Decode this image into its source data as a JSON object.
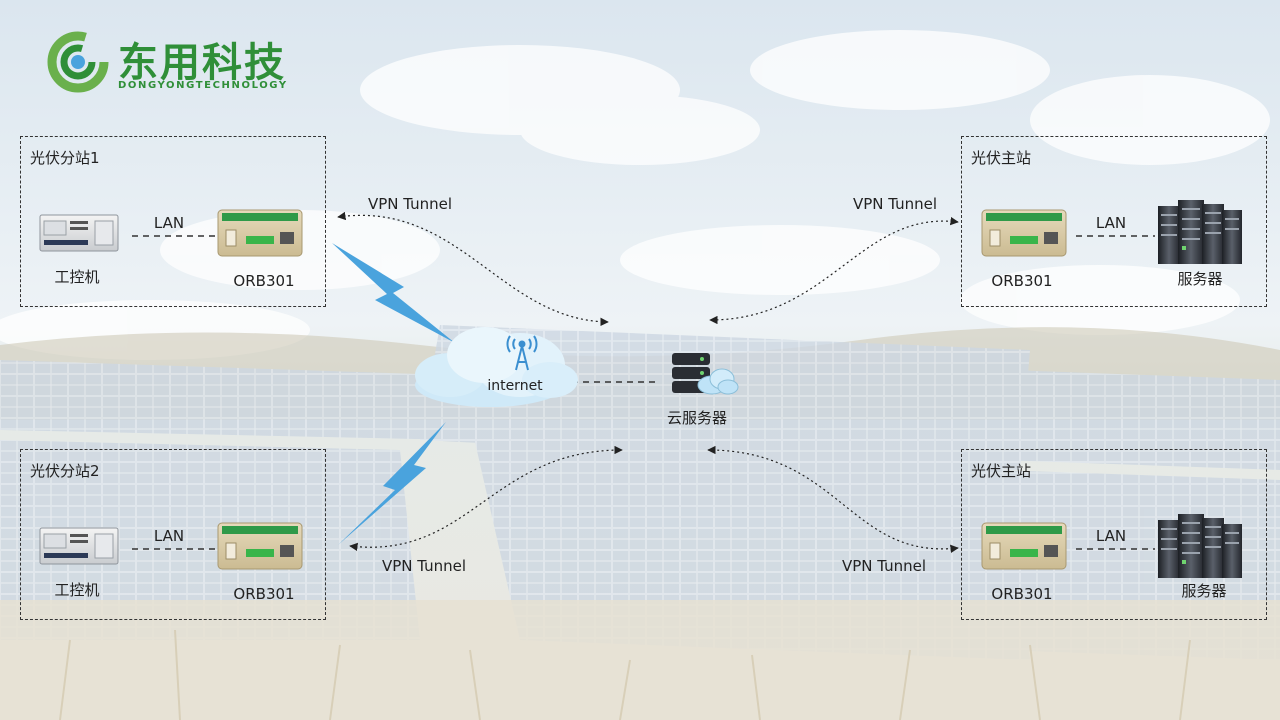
{
  "brand": {
    "name": "东用科技",
    "subtitle": "DONGYONGTECHNOLOGY",
    "color": "#2f8f38"
  },
  "stations": {
    "sub1": {
      "title": "光伏分站1",
      "pc_label": "工控机",
      "lan_label": "LAN",
      "router_label": "ORB301",
      "tunnel_label": "VPN Tunnel"
    },
    "sub2": {
      "title": "光伏分站2",
      "pc_label": "工控机",
      "lan_label": "LAN",
      "router_label": "ORB301",
      "tunnel_label": "VPN Tunnel"
    },
    "main1": {
      "title": "光伏主站",
      "server_label": "服务器",
      "lan_label": "LAN",
      "router_label": "ORB301",
      "tunnel_label": "VPN Tunnel"
    },
    "main2": {
      "title": "光伏主站",
      "server_label": "服务器",
      "lan_label": "LAN",
      "router_label": "ORB301",
      "tunnel_label": "VPN Tunnel"
    }
  },
  "center": {
    "internet_label": "internet",
    "cloud_server_label": "云服务器"
  },
  "colors": {
    "lightning": "#4aa3dd",
    "router_body": "#d8c9a4",
    "router_stripe": "#2f9a48",
    "server_dark": "#2a2d33",
    "cloud_blue": "#bfe3f7"
  },
  "icons": [
    "industrial-pc-icon",
    "router-icon",
    "server-rack-icon",
    "cloud-icon",
    "antenna-icon",
    "cloud-server-icon",
    "lightning-icon",
    "logo-icon"
  ]
}
